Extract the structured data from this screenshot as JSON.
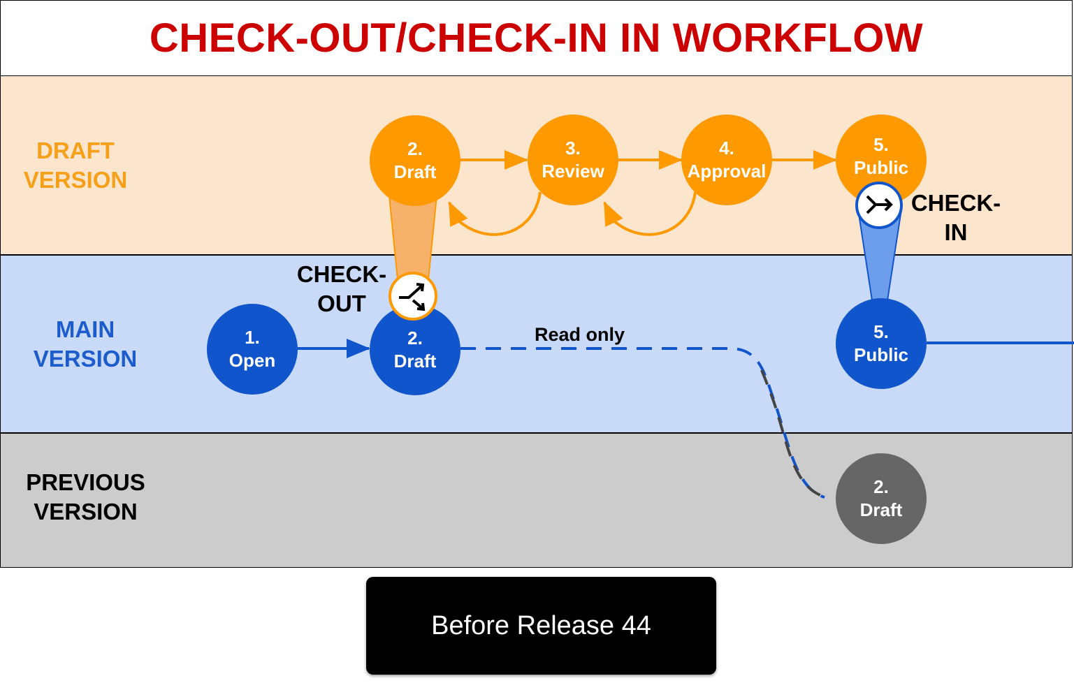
{
  "title": "CHECK-OUT/CHECK-IN IN WORKFLOW",
  "lanes": {
    "draft": {
      "line1": "DRAFT",
      "line2": "VERSION"
    },
    "main": {
      "line1": "MAIN",
      "line2": "VERSION"
    },
    "previous": {
      "line1": "PREVIOUS",
      "line2": "VERSION"
    }
  },
  "nodes": {
    "draft_lane": [
      {
        "number": "2.",
        "label": "Draft"
      },
      {
        "number": "3.",
        "label": "Review"
      },
      {
        "number": "4.",
        "label": "Approval"
      },
      {
        "number": "5.",
        "label": "Public"
      }
    ],
    "main_lane": [
      {
        "number": "1.",
        "label": "Open"
      },
      {
        "number": "2.",
        "label": "Draft"
      },
      {
        "number": "5.",
        "label": "Public"
      }
    ],
    "previous_lane": [
      {
        "number": "2.",
        "label": "Draft"
      }
    ]
  },
  "annotations": {
    "checkout": {
      "line1": "CHECK-",
      "line2": "OUT"
    },
    "checkin": {
      "line1": "CHECK-",
      "line2": "IN"
    },
    "read_only": "Read only"
  },
  "footer_badge": "Before Release 44",
  "colors": {
    "title": "#cc0000",
    "draft_lane_bg": "#fce5cd",
    "main_lane_bg": "#c9daf8",
    "previous_lane_bg": "#cccccc",
    "orange_node": "#ff9900",
    "blue_node": "#1155cc",
    "gray_node": "#666666"
  },
  "icons": {
    "checkout": "branch-split-icon",
    "checkin": "merge-icon"
  }
}
